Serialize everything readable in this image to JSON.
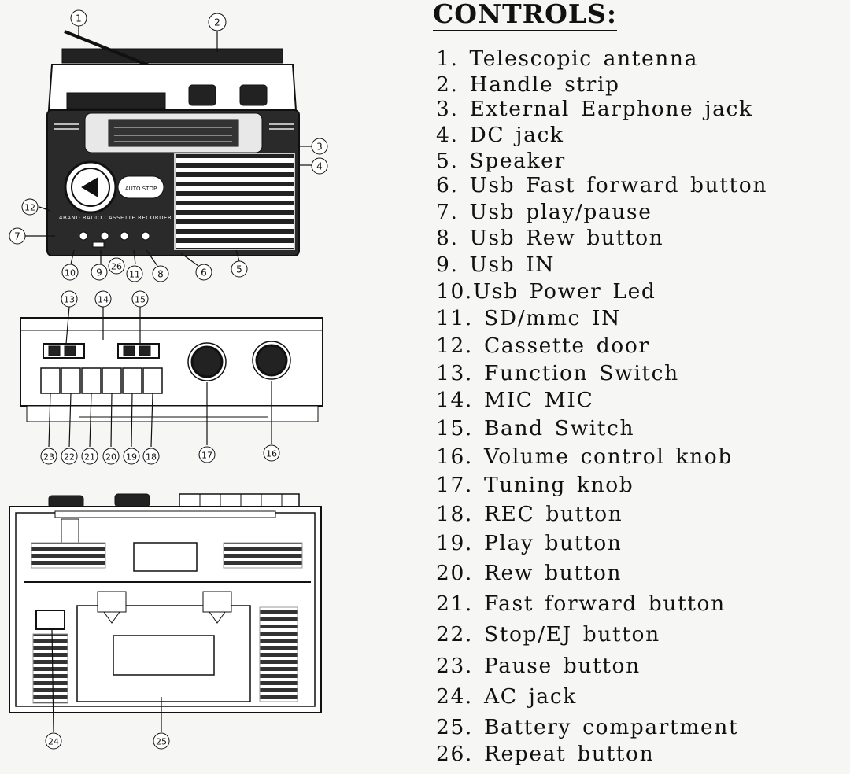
{
  "heading": "CONTROLS:",
  "controls": [
    "1. Telescopic antenna",
    "2. Handle strip",
    "3. External Earphone jack",
    "4. DC jack",
    "5. Speaker",
    "6. Usb Fast forward button",
    "7. Usb play/pause",
    "8. Usb Rew button",
    "9. Usb IN",
    "10.Usb Power Led",
    "11. SD/mmc IN",
    "12. Cassette door",
    "13. Function Switch",
    "14. MIC MIC",
    "15. Band Switch",
    "16. Volume control knob",
    "17. Tuning knob",
    "18. REC button",
    "19. Play button",
    "20. Rew button",
    "21. Fast forward button",
    "22. Stop/EJ button",
    "23. Pause button",
    "24. AC jack",
    "25. Battery compartment",
    "26. Repeat button"
  ],
  "device_labels": {
    "front_panel_text": "4BAND RADIO CASSETTE RECORDER",
    "auto_stop": "AUTO STOP"
  },
  "callouts": [
    "1",
    "2",
    "3",
    "4",
    "5",
    "6",
    "7",
    "8",
    "9",
    "10",
    "11",
    "12",
    "13",
    "14",
    "15",
    "16",
    "17",
    "18",
    "19",
    "20",
    "21",
    "22",
    "23",
    "24",
    "25",
    "26"
  ]
}
